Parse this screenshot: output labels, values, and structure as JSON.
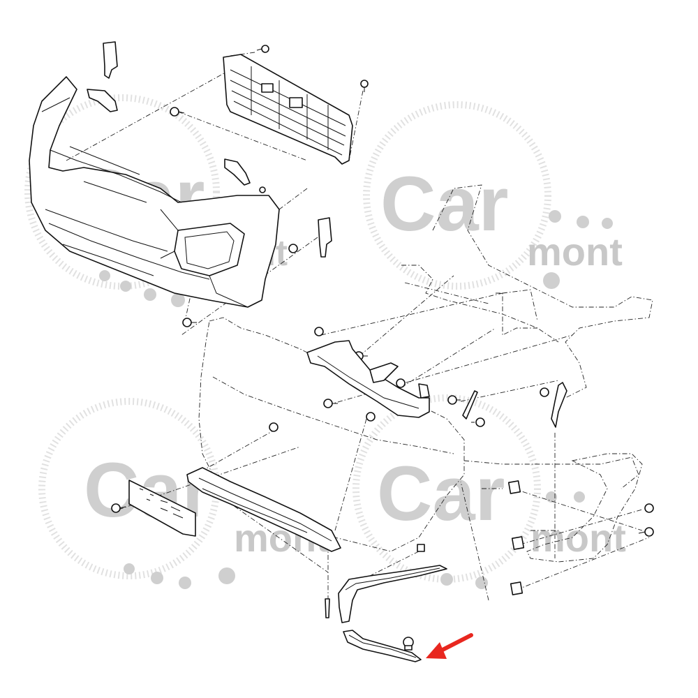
{
  "watermark": {
    "brand": "Car",
    "sub": "mont",
    "color": "#cfcfcf"
  },
  "highlight": {
    "arrow_color": "#e8271f",
    "target_part": "lower-left-bumper-trim-molding"
  },
  "colors": {
    "line": "#111111",
    "background": "#ffffff"
  }
}
